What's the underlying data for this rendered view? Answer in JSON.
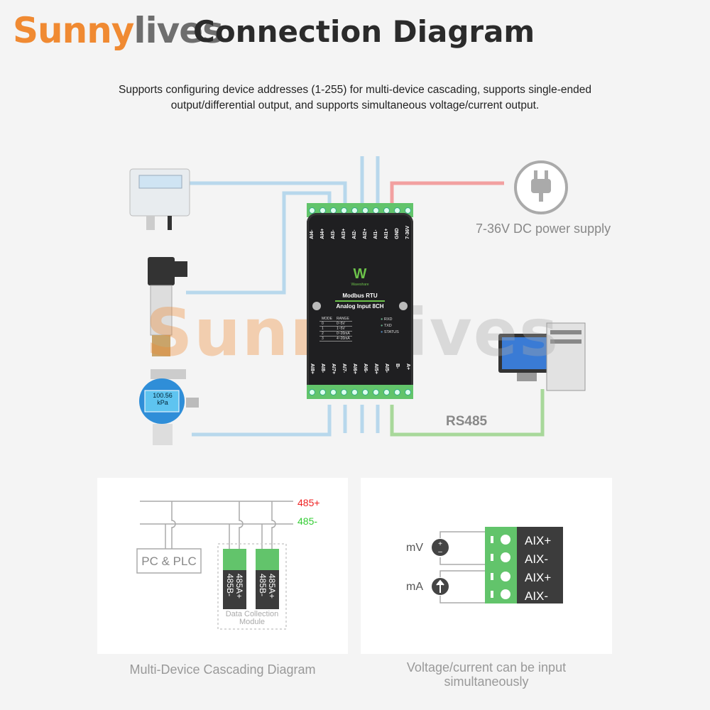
{
  "header": {
    "logo_part1": "Sunny",
    "logo_part2": "lives",
    "title": "Connection Diagram"
  },
  "subtitle": {
    "line1": "Supports configuring device addresses (1-255) for multi-device cascading, supports single-ended",
    "line2": "output/differential output, and supports simultaneous voltage/current output."
  },
  "watermark": {
    "part1": "Sunny",
    "part2": "lives"
  },
  "power": {
    "label": "7-36V DC power supply"
  },
  "rs485_label": "RS485",
  "gauge_display": {
    "value": "100.56",
    "unit": "kPa"
  },
  "module": {
    "brand": "Waveshare",
    "line1": "Modbus RTU",
    "line2": "Analog Input 8CH",
    "top_pins": [
      "AI4-",
      "AI4+",
      "AI3-",
      "AI3+",
      "AI2-",
      "AI2+",
      "AI1-",
      "AI1+",
      "GND",
      "7-36V"
    ],
    "bottom_pins": [
      "AI8+",
      "AI8-",
      "AI7+",
      "AI7-",
      "AI6+",
      "AI6-",
      "AI5+",
      "AI5-",
      "B-",
      "A+"
    ],
    "mode_header": [
      "MODE",
      "RANGE"
    ],
    "modes": [
      [
        "0",
        "0~5V"
      ],
      [
        "1",
        "1~5V"
      ],
      [
        "2",
        "0~20mA"
      ],
      [
        "3",
        "4~20mA"
      ]
    ],
    "leds": [
      "RXD",
      "TXD",
      "STATUS"
    ]
  },
  "cascade": {
    "bus_plus": "485+",
    "bus_minus": "485-",
    "host": "PC & PLC",
    "module_pins": [
      "485A+",
      "485B-"
    ],
    "module_caption1": "Data Collection",
    "module_caption2": "Module",
    "caption": "Multi-Device Cascading Diagram"
  },
  "inputs": {
    "mv": "mV",
    "ma": "mA",
    "terminals": [
      "AIX+",
      "AIX-",
      "AIX+",
      "AIX-"
    ],
    "caption1": "Voltage/current can be input",
    "caption2": "simultaneously"
  },
  "colors": {
    "orange": "#f08a32",
    "green": "#62c46b",
    "wire_blue": "#b8d8ec",
    "wire_red": "#f2a0a0",
    "wire_green": "#a8d89a"
  }
}
